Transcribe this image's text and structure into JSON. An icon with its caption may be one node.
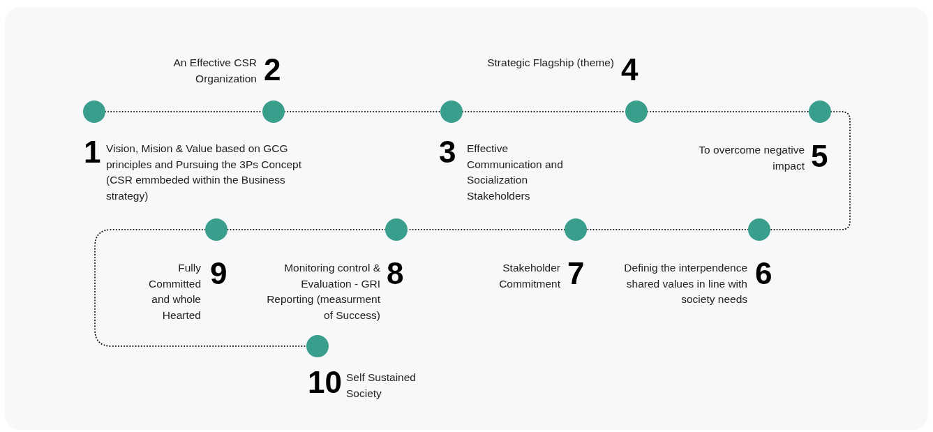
{
  "diagram": {
    "nodes": [
      {
        "text": [],
        "shape": "circle",
        "beside": [
          "1",
          "Vision, Mision & Value based on GCG principles and Pursuing the 3Ps Concept (CSR emmbeded within the Business strategy)"
        ]
      },
      {
        "text": [],
        "shape": "circle",
        "beside": [
          "2",
          "An Effective CSR Organization"
        ]
      },
      {
        "text": [],
        "shape": "circle",
        "beside": [
          "3",
          "Effective Communication and Socialization Stakeholders"
        ]
      },
      {
        "text": [],
        "shape": "circle",
        "beside": [
          "4",
          "Strategic Flagship (theme)"
        ]
      },
      {
        "text": [],
        "shape": "circle",
        "beside": [
          "5",
          "To overcome negative impact"
        ]
      },
      {
        "text": [],
        "shape": "circle",
        "beside": [
          "6",
          "Definig the interpendence shared values in line with society needs"
        ]
      },
      {
        "text": [],
        "shape": "circle",
        "beside": [
          "7",
          "Stakeholder Commitment"
        ]
      },
      {
        "text": [],
        "shape": "circle",
        "beside": [
          "8",
          "Monitoring control & Evaluation - GRI Reporting (measurment of  Success)"
        ]
      },
      {
        "text": [],
        "shape": "circle",
        "beside": [
          "9",
          "Fully Committed and whole Hearted"
        ]
      },
      {
        "text": [],
        "shape": "circle",
        "beside": [
          "10",
          "Self Sustained Society"
        ]
      }
    ],
    "edges": [
      {
        "from": 0,
        "to": 1,
        "arrow": "none",
        "style": "dashed"
      },
      {
        "from": 1,
        "to": 2,
        "arrow": "none",
        "style": "dashed"
      },
      {
        "from": 2,
        "to": 3,
        "arrow": "none",
        "style": "dashed"
      },
      {
        "from": 3,
        "to": 4,
        "arrow": "none",
        "style": "dashed"
      },
      {
        "from": 4,
        "to": 5,
        "arrow": "none",
        "style": "dashed"
      },
      {
        "from": 5,
        "to": 6,
        "arrow": "none",
        "style": "dashed"
      },
      {
        "from": 6,
        "to": 7,
        "arrow": "none",
        "style": "dashed"
      },
      {
        "from": 7,
        "to": 8,
        "arrow": "none",
        "style": "dashed"
      },
      {
        "from": 8,
        "to": 9,
        "arrow": "none",
        "style": "dashed"
      }
    ]
  }
}
